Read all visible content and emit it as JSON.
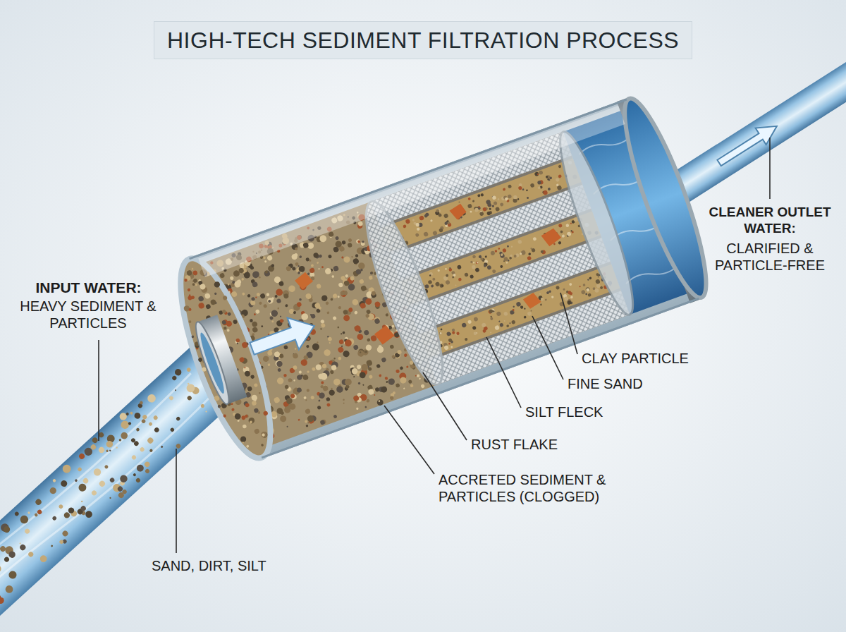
{
  "diagram": {
    "title": "HIGH-TECH SEDIMENT FILTRATION PROCESS",
    "labels": [
      "INPUT WATER:",
      "HEAVY SEDIMENT & PARTICLES",
      "SAND, DIRT, SILT",
      "ACCRETED SEDIMENT & PARTICLES (CLOGGED)",
      "RUST FLAKE",
      "SILT FLECK",
      "FINE SAND",
      "CLAY PARTICLE",
      "CLEANER OUTLET WATER:",
      "CLARIFIED & PARTICLE-FREE"
    ]
  }
}
